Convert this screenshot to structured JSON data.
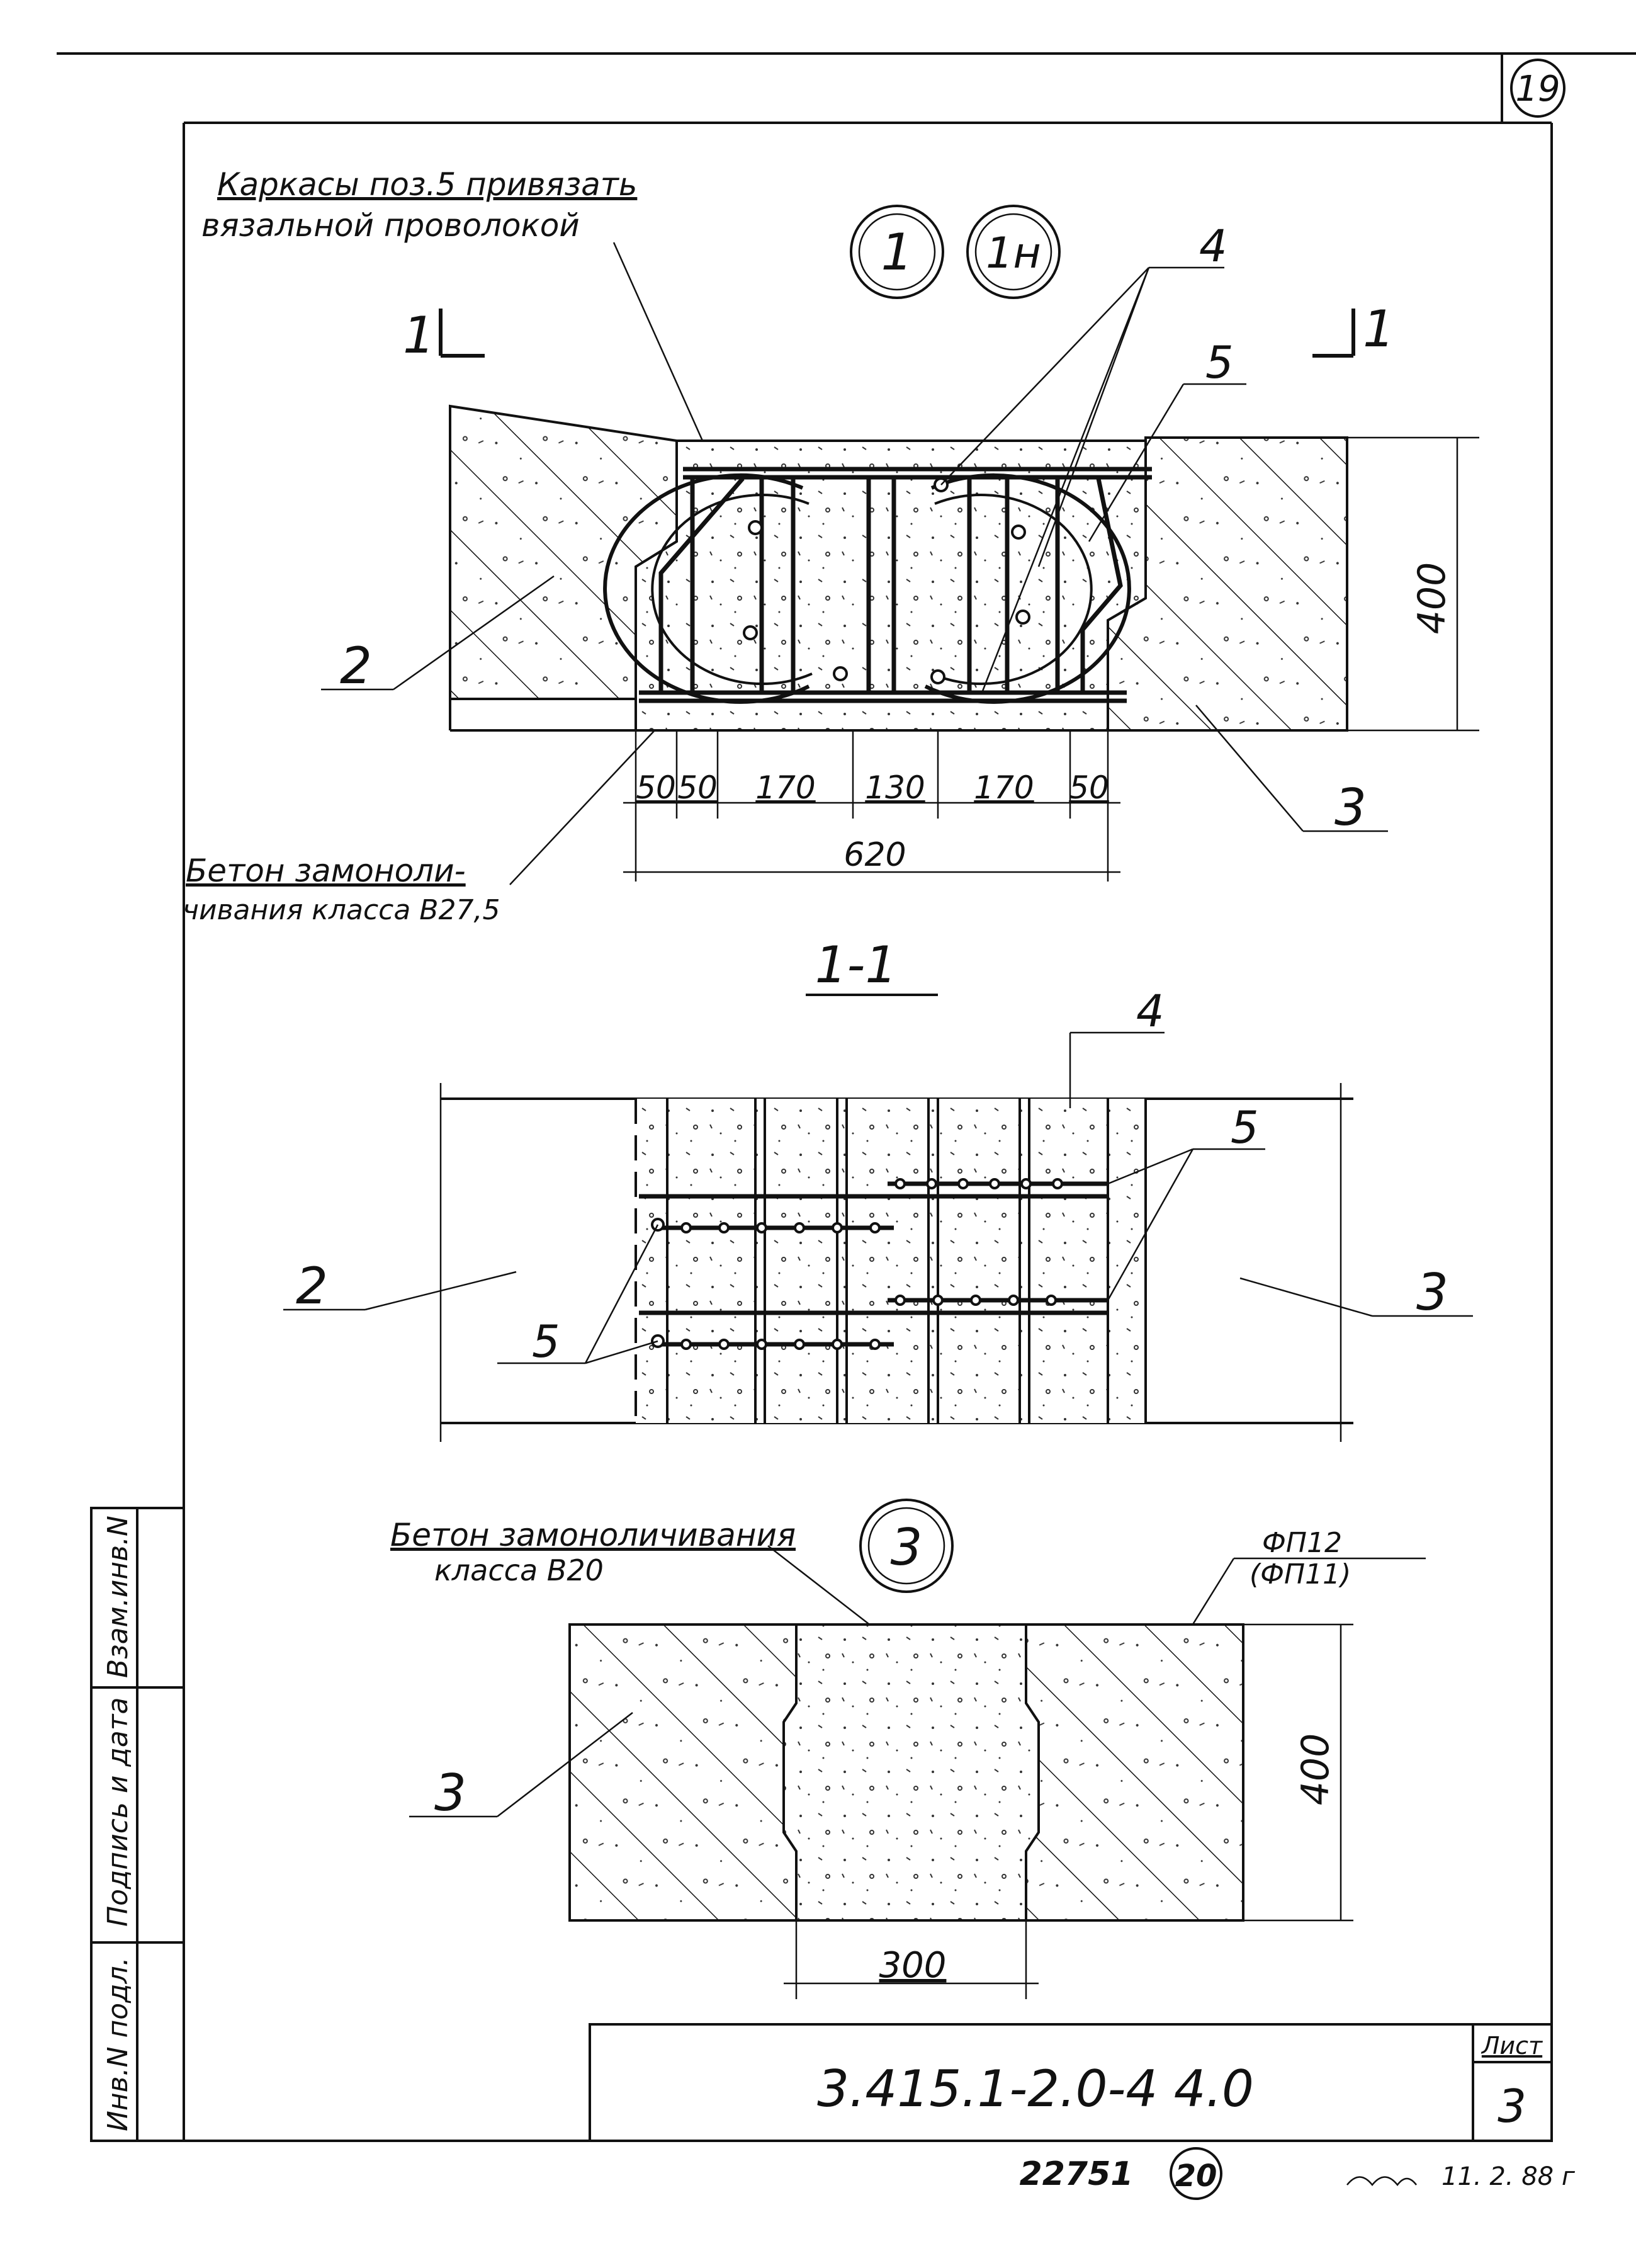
{
  "sheet": {
    "corner_number": "19",
    "bottom_number": "22751",
    "bottom_circle": "20",
    "signature_note": "11. 2. 88 г"
  },
  "title_block": {
    "code": "3.415.1-2.0-4 4.0",
    "sheet_label": "Лист",
    "sheet_no": "3"
  },
  "side_stamp": {
    "inv_orig": "Инв.N подл.",
    "sign_date": "Подпись и дата",
    "inv_repl": "Взам.инв.N"
  },
  "node1": {
    "title_a": "1",
    "title_b": "1н",
    "note_line1": "Каркасы поз.5 привязать",
    "note_line2": "вязальной проволокой",
    "cut_left": "1",
    "cut_right": "1",
    "callout_4": "4",
    "callout_5": "5",
    "callout_2": "2",
    "callout_3": "3",
    "height_dim": "400",
    "dims": [
      "50",
      "50",
      "170",
      "130",
      "170",
      "50"
    ],
    "total_dim": "620",
    "concrete_note_line1": "Бетон замонoли-",
    "concrete_note_line2": "чивания класса В27,5"
  },
  "section11": {
    "title": "1-1",
    "callout_4": "4",
    "callout_5_right": "5",
    "callout_5_left": "5",
    "callout_2": "2",
    "callout_3": "3"
  },
  "node3": {
    "title": "3",
    "note_line1": "Бетон замоноличивания",
    "note_line2": "класса В20",
    "panel_a": "ФП12",
    "panel_b": "(ФП11)",
    "callout_3": "3",
    "height_dim": "400",
    "width_dim": "300"
  }
}
